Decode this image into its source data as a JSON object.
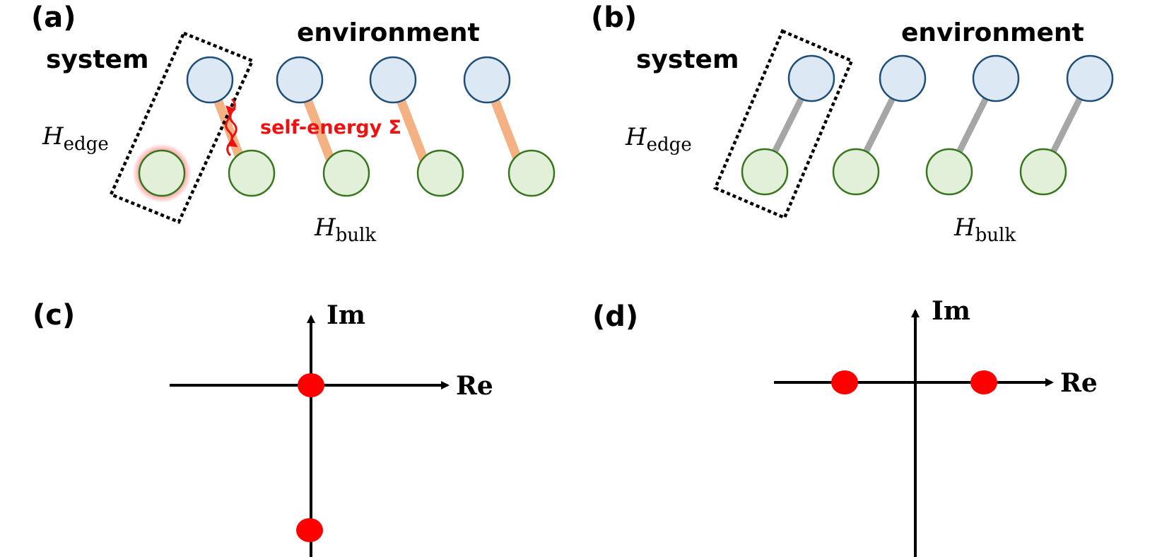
{
  "panels": {
    "a": {
      "label": "(a)",
      "system_label": "system",
      "environment_label": "environment",
      "h_edge": {
        "symbol": "H",
        "subscript": "edge"
      },
      "h_bulk": {
        "symbol": "H",
        "subscript": "bulk"
      },
      "self_energy_label": "self-energy Σ",
      "bond_color": "#f4b183"
    },
    "b": {
      "label": "(b)",
      "system_label": "system",
      "environment_label": "environment",
      "h_edge": {
        "symbol": "H",
        "subscript": "edge"
      },
      "h_bulk": {
        "symbol": "H",
        "subscript": "bulk"
      },
      "bond_color": "#a6a6a6"
    },
    "c": {
      "label": "(c)",
      "x_axis_label": "Re",
      "y_axis_label": "Im"
    },
    "d": {
      "label": "(d)",
      "x_axis_label": "Re",
      "y_axis_label": "Im"
    }
  },
  "colors": {
    "top_site_fill": "#dde8f5",
    "top_site_stroke": "#1f4e79",
    "bottom_site_fill": "#e2efd9",
    "bottom_site_stroke": "#38761d",
    "eigenvalue": "#ff0000",
    "self_energy": "#ee1111"
  }
}
